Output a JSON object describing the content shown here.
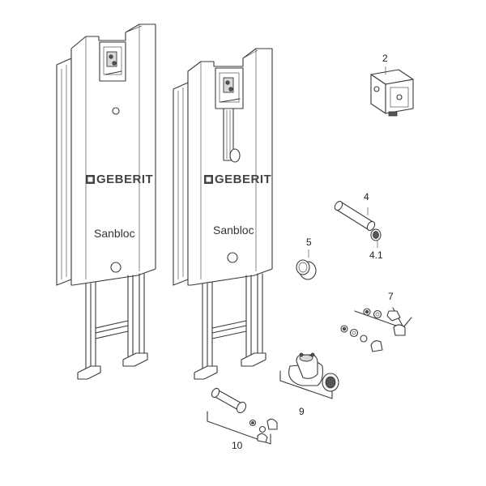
{
  "frames": [
    {
      "brand": "GEBERIT",
      "model": "Sanbloc"
    },
    {
      "brand": "GEBERIT",
      "model": "Sanbloc"
    }
  ],
  "callouts": {
    "c2": "2",
    "c4": "4",
    "c41": "4.1",
    "c5": "5",
    "c7": "7",
    "c9": "9",
    "c10": "10"
  }
}
